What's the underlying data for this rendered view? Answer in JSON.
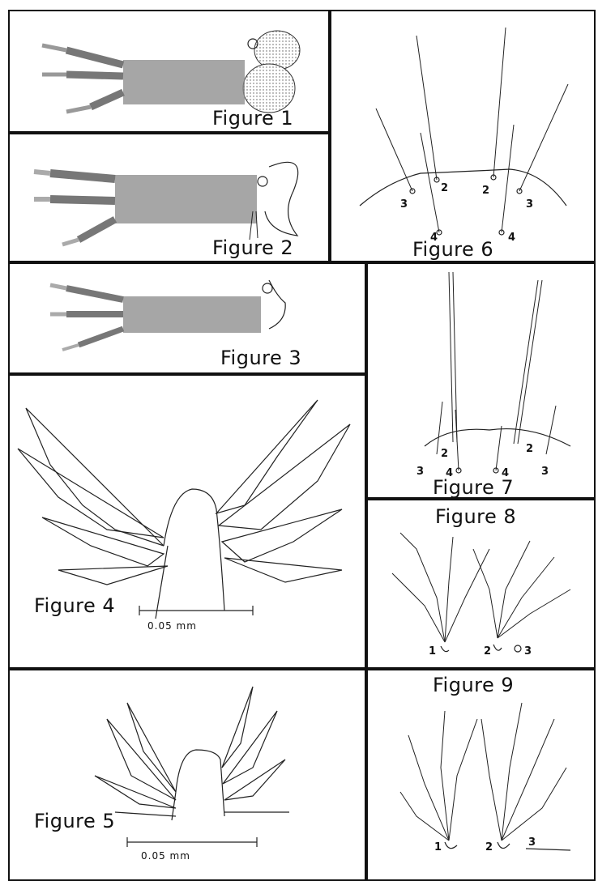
{
  "figures": [
    {
      "id": "fig1",
      "label": "Figure 1"
    },
    {
      "id": "fig2",
      "label": "Figure 2"
    },
    {
      "id": "fig3",
      "label": "Figure 3"
    },
    {
      "id": "fig4",
      "label": "Figure 4",
      "scale": "0.05 mm"
    },
    {
      "id": "fig5",
      "label": "Figure 5",
      "scale": "0.05 mm"
    },
    {
      "id": "fig6",
      "label": "Figure 6",
      "setae": [
        "2",
        "2",
        "3",
        "3",
        "4",
        "4"
      ]
    },
    {
      "id": "fig7",
      "label": "Figure 7",
      "setae": [
        "2",
        "2",
        "3",
        "3",
        "4",
        "4"
      ]
    },
    {
      "id": "fig8",
      "label": "Figure 8",
      "setae": [
        "1",
        "2",
        "3"
      ]
    },
    {
      "id": "fig9",
      "label": "Figure 9",
      "setae": [
        "1",
        "2",
        "3"
      ]
    }
  ]
}
